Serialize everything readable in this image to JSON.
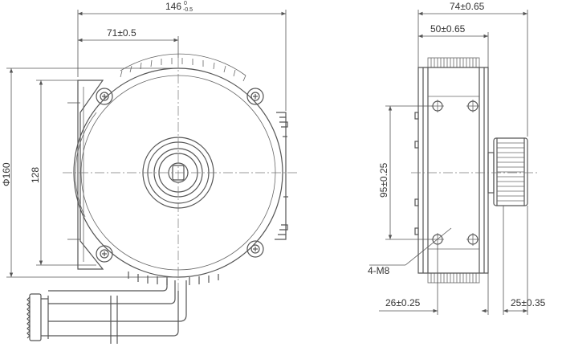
{
  "dimensions": {
    "overall_width": "146",
    "overall_width_tol_upper": "0",
    "overall_width_tol_lower": "-0.5",
    "bolt_offset": "71±0.5",
    "diameter": "Φ160",
    "mount_height": "128",
    "side_width": "74±0.65",
    "side_inner_width": "50±0.65",
    "hole_spacing": "95±0.25",
    "holes": "4-M8",
    "hole_offset": "26±0.25",
    "pulley_width": "25±0.35"
  },
  "colors": {
    "line": "#555555",
    "text": "#333333"
  }
}
